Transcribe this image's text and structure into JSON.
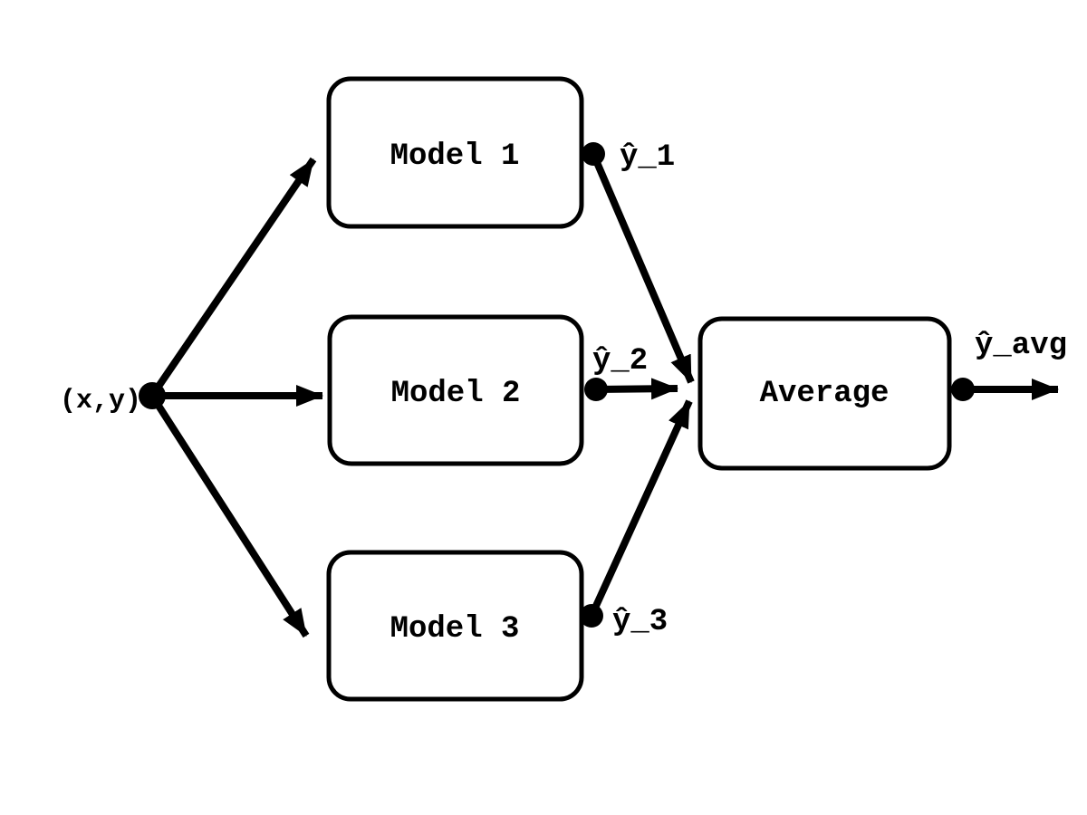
{
  "diagram": {
    "type": "ensemble-averaging-flow",
    "colors": {
      "background": "#ffffff",
      "stroke": "#000000",
      "node_fill": "#ffffff",
      "text": "#000000"
    },
    "input": {
      "label": "(x,y)"
    },
    "nodes": [
      {
        "id": "model1",
        "label": "Model 1"
      },
      {
        "id": "model2",
        "label": "Model 2"
      },
      {
        "id": "model3",
        "label": "Model 3"
      },
      {
        "id": "average",
        "label": "Average"
      }
    ],
    "edge_labels": {
      "y1": "ŷ_1",
      "y2": "ŷ_2",
      "y3": "ŷ_3",
      "yavg": "ŷ_avg"
    }
  }
}
